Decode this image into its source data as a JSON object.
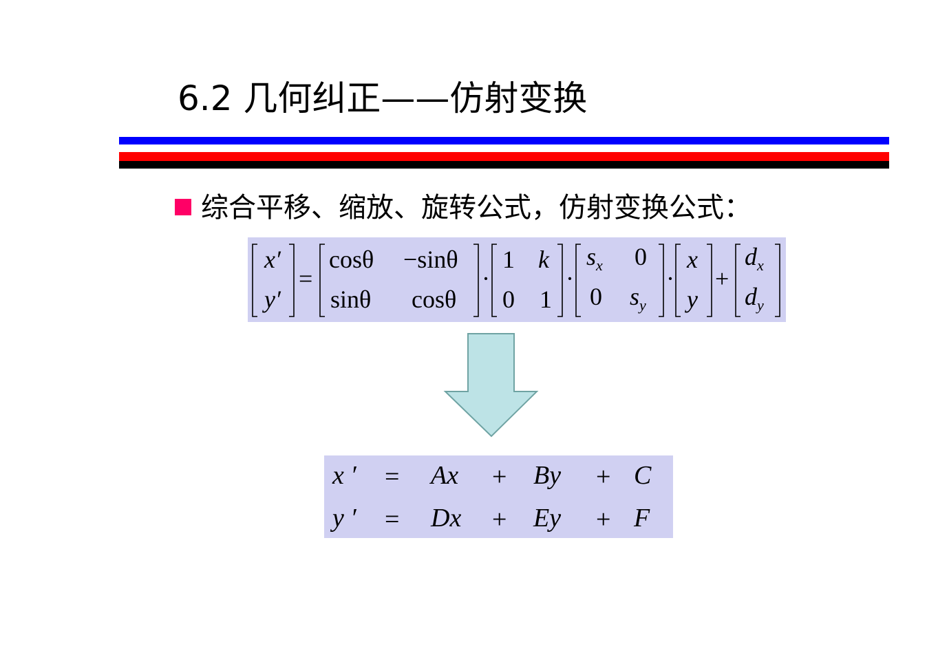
{
  "slide": {
    "title": "6.2 几何纠正——仿射变换",
    "bullet_text": "综合平移、缩放、旋转公式，仿射变换公式：",
    "colors": {
      "rule_blue": "#0000ff",
      "rule_red": "#ff0000",
      "rule_black": "#000000",
      "bullet": "#ff0066",
      "formula_bg": "#d0d0f2",
      "arrow_fill": "#bde3e6",
      "arrow_stroke": "#6fa3a3"
    },
    "matrix_formula": {
      "lhs": [
        "x′",
        "y′"
      ],
      "equals": "=",
      "rotation": [
        [
          "cosθ",
          "−sinθ"
        ],
        [
          "sinθ",
          "cosθ"
        ]
      ],
      "dot": "·",
      "shear": [
        [
          "1",
          "k"
        ],
        [
          "0",
          "1"
        ]
      ],
      "scale": [
        [
          "s",
          "x",
          "0",
          ""
        ],
        [
          "0",
          "",
          "s",
          "y"
        ]
      ],
      "vector": [
        "x",
        "y"
      ],
      "plus": "+",
      "translation": [
        [
          "d",
          "x"
        ],
        [
          "d",
          "y"
        ]
      ]
    },
    "result_equations": [
      [
        "x ′",
        "=",
        "Ax",
        "+",
        "By",
        "+",
        "C"
      ],
      [
        "y ′",
        "=",
        "Dx",
        "+",
        "Ey",
        "+",
        "F"
      ]
    ]
  }
}
